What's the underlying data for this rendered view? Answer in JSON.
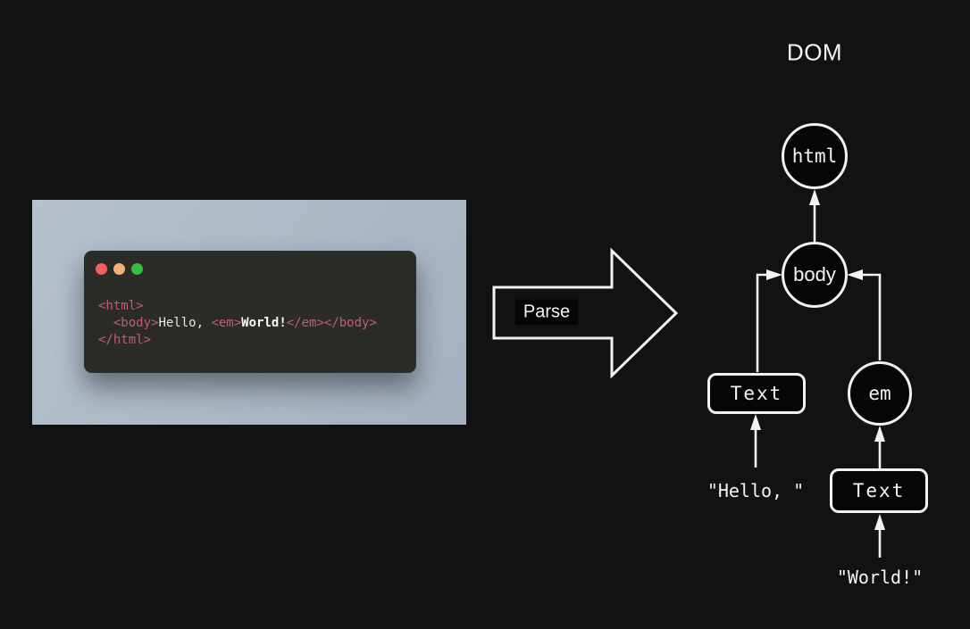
{
  "theme": {
    "page_bg": "#121212",
    "panel_bg_light": "#b6c1cd",
    "panel_bg_dark": "#a5b1c0",
    "window_bg": "#2b2b28",
    "dot_red": "#f2605f",
    "dot_orange": "#f0b172",
    "dot_green": "#35c13f",
    "code_tag": "#c05e76",
    "code_text": "#e9e8e6",
    "code_bold": "#fdfdfb",
    "node_stroke": "#f2f2f2",
    "node_fill": "#060606",
    "label_color": "#f5f5f5",
    "parse_label_bg": "#050505"
  },
  "code_window": {
    "line1": {
      "html_open": "<html>"
    },
    "line2": {
      "body_open": "  <body>",
      "hello_text": "Hello, ",
      "em_open": "<em>",
      "world_text": "World!",
      "closing_tags": "</em></body>"
    },
    "line3": {
      "html_close": "</html>"
    }
  },
  "parse": {
    "label": "Parse"
  },
  "dom_tree": {
    "title": "DOM",
    "node_html": "html",
    "node_body": "body",
    "node_em": "em",
    "node_text_left": "Text",
    "node_text_right": "Text",
    "literal_hello": "\"Hello, \"",
    "literal_world": "\"World!\""
  }
}
